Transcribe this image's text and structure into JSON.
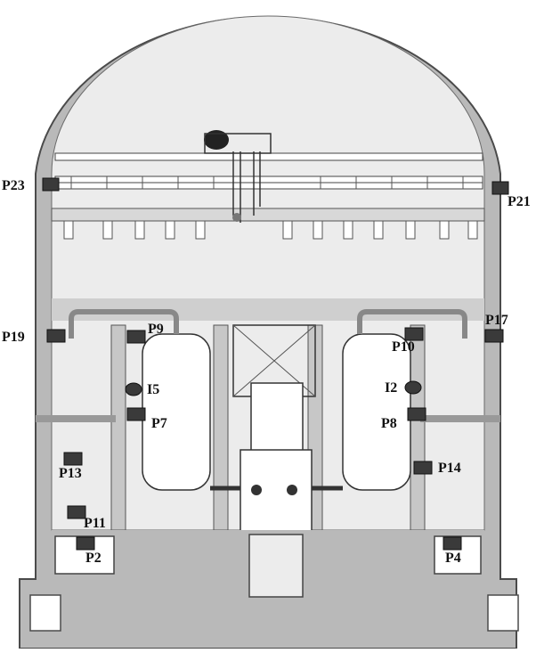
{
  "colors": {
    "wall": "#b9b9b9",
    "wall_stroke": "#4a4a4a",
    "interior": "#ececec",
    "dark": "#2a2a2a",
    "marker": "#3a3a3a"
  },
  "icons": {
    "marker": "dark-square-marker-icon",
    "sensor": "oval-sensor-icon"
  },
  "markers": [
    "P23",
    "P21",
    "P19",
    "P9",
    "P17",
    "P10",
    "P7",
    "P8",
    "P13",
    "P14",
    "P11",
    "P2",
    "P4"
  ],
  "sensors": [
    "I5",
    "I2"
  ],
  "labels": {
    "P23": "P23",
    "P21": "P21",
    "P19": "P19",
    "P9": "P9",
    "P17": "P17",
    "P10": "P10",
    "I5": "I5",
    "I2": "I2",
    "P7": "P7",
    "P8": "P8",
    "P13": "P13",
    "P14": "P14",
    "P11": "P11",
    "P2": "P2",
    "P4": "P4"
  }
}
